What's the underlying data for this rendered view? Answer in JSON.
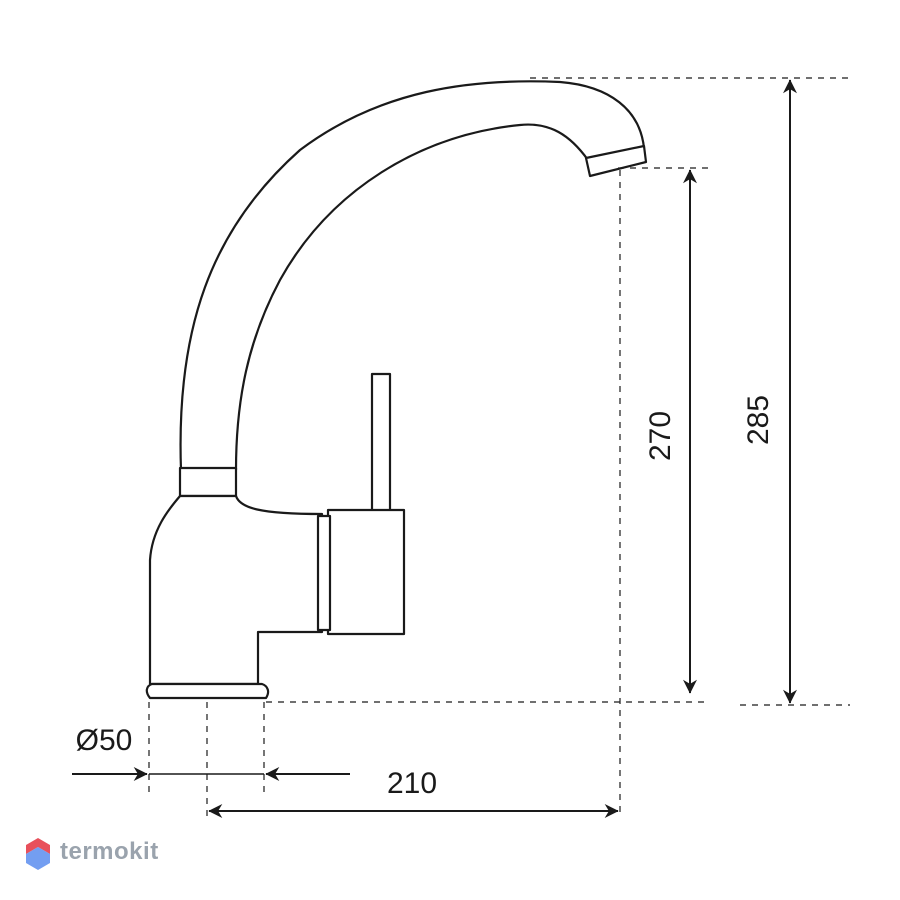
{
  "dimensions": {
    "diameter": "Ø50",
    "reach": "210",
    "spout_height": "270",
    "total_height": "285"
  },
  "watermark": {
    "brand": "termokit"
  },
  "colors": {
    "line": "#1a1a1a",
    "logo_gray": "#9aa3ad",
    "logo_red": "#e8505b",
    "logo_blue": "#5b8def"
  }
}
